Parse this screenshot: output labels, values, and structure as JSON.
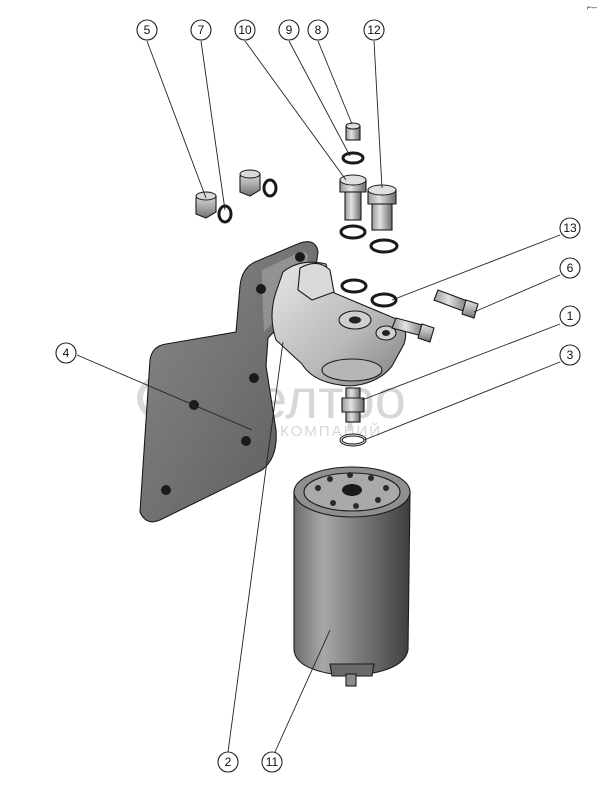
{
  "corner_mark": "⌐‒",
  "watermark": {
    "brand": "елтро",
    "tagline": "А КОМПАНИЙ"
  },
  "callouts": [
    {
      "id": "c5",
      "label": "5"
    },
    {
      "id": "c7",
      "label": "7"
    },
    {
      "id": "c10",
      "label": "10"
    },
    {
      "id": "c9",
      "label": "9"
    },
    {
      "id": "c8",
      "label": "8"
    },
    {
      "id": "c12",
      "label": "12"
    },
    {
      "id": "c13",
      "label": "13"
    },
    {
      "id": "c6",
      "label": "6"
    },
    {
      "id": "c1",
      "label": "1"
    },
    {
      "id": "c3",
      "label": "3"
    },
    {
      "id": "c4",
      "label": "4"
    },
    {
      "id": "c2",
      "label": "2"
    },
    {
      "id": "c11",
      "label": "11"
    }
  ],
  "colors": {
    "metal_light": "#cfcfcf",
    "metal_mid": "#9a9a9a",
    "metal_dark": "#555555",
    "line": "#1a1a1a",
    "watermark": "#d7d7d7"
  }
}
